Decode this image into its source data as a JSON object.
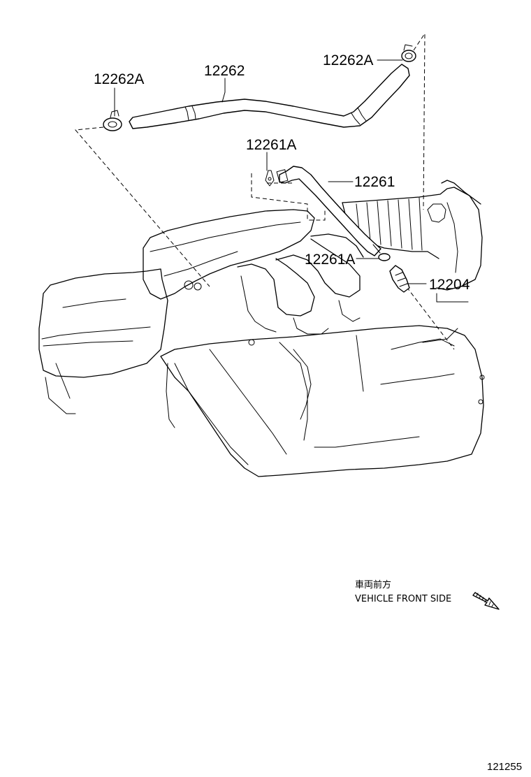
{
  "labels": {
    "clamp_left": "12262A",
    "hose_upper": "12262",
    "clamp_right": "12262A",
    "clip_upper": "12261A",
    "hose_lower": "12261",
    "clip_lower": "12261A",
    "pcv_valve": "12204"
  },
  "orientation": {
    "japanese": "車両前方",
    "english": "VEHICLE FRONT SIDE",
    "arrow_icon": "hatched-arrow"
  },
  "figure_number": "121255"
}
